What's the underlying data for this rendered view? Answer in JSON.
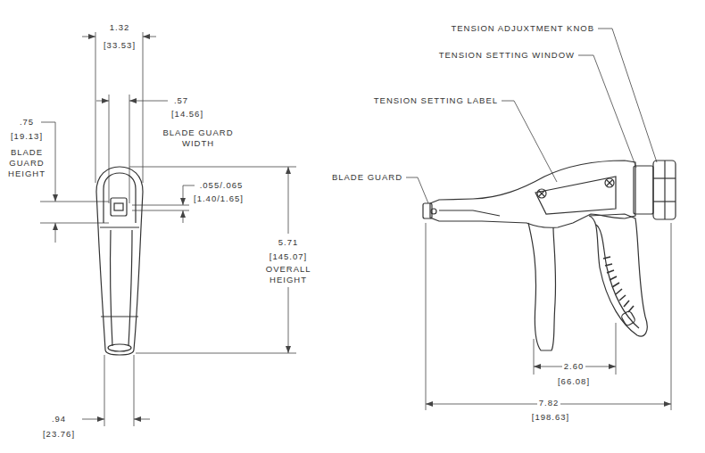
{
  "diagram": {
    "labels": [
      "1.32",
      "[33.53]",
      ".57",
      "[14.56]",
      "BLADE GUARD WIDTH",
      ".75",
      "[19.13]",
      "BLADE GUARD HEIGHT",
      ".055/.065",
      "[1.40/1.65]",
      "5.71",
      "[145.07]",
      "OVERALL HEIGHT",
      ".94",
      "[23.76]",
      "TENSION ADJUXTMENT KNOB",
      "TENSION SETTING WINDOW",
      "TENSION SETTING LABEL",
      "BLADE GUARD",
      "2.60",
      "[66.08]",
      "7.82",
      "[198.63]"
    ]
  }
}
